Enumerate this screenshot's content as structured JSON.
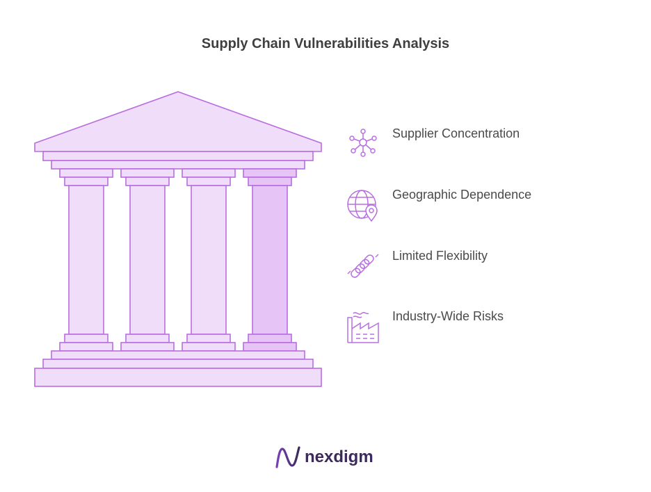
{
  "title": "Supply Chain Vulnerabilities Analysis",
  "colors": {
    "stroke": "#b86ee0",
    "fill": "#f0ddf9",
    "fill_highlight": "#e6c4f6",
    "text": "#4a4a4a",
    "title": "#3f3f3f",
    "logo_text": "#3b2a5a"
  },
  "items": [
    {
      "label": "Supplier Concentration",
      "icon": "network-hub-icon"
    },
    {
      "label": "Geographic Dependence",
      "icon": "globe-location-icon"
    },
    {
      "label": "Limited Flexibility",
      "icon": "chain-link-icon"
    },
    {
      "label": "Industry-Wide Risks",
      "icon": "factory-icon"
    }
  ],
  "logo": {
    "text": "nexdigm"
  }
}
